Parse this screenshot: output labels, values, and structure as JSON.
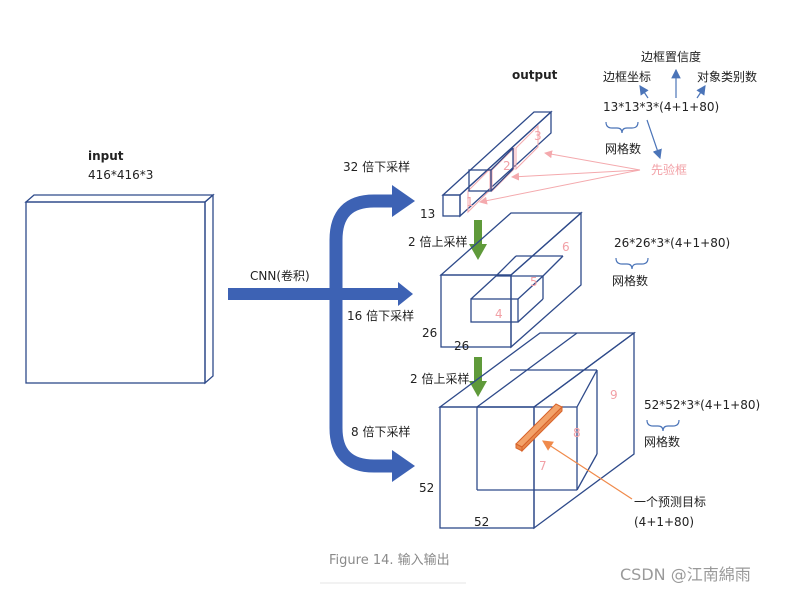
{
  "input": {
    "title": "input",
    "size": "416*416*3"
  },
  "output_label": "output",
  "top_labels": {
    "confidence": "边框置信度",
    "box_coords": "边框坐标",
    "class_count": "对象类别数",
    "formula": "13*13*3*(4+1+80)",
    "grid": "网格数",
    "prior_box": "先验框"
  },
  "arrows": {
    "cnn": "CNN(卷积)",
    "down32": "32 倍下采样",
    "down16": "16 倍下采样",
    "down8": "8 倍下采样",
    "up2_a": "2 倍上采样",
    "up2_b": "2 倍上采样"
  },
  "grid13": {
    "dim": "13",
    "boxes": [
      "1",
      "2",
      "3"
    ]
  },
  "grid26": {
    "dim_h": "26",
    "dim_w": "26",
    "boxes": [
      "4",
      "5",
      "6"
    ],
    "formula": "26*26*3*(4+1+80)",
    "grid": "网格数"
  },
  "grid52": {
    "dim_h": "52",
    "dim_w": "52",
    "boxes": [
      "7",
      "8",
      "9"
    ],
    "formula": "52*52*3*(4+1+80)",
    "grid": "网格数"
  },
  "target": {
    "line1": "一个预测目标",
    "line2": "(4+1+80)"
  },
  "caption": "Figure 14. 输入输出",
  "watermark": "CSDN @江南綿雨",
  "colors": {
    "box": "#2e4a8a",
    "blue_arrow": "#3d62b4",
    "green_arrow": "#5f9a3a",
    "pink": "#f4a9ad",
    "target_fill": "#f3a36a",
    "target_stroke": "#d8632a"
  }
}
